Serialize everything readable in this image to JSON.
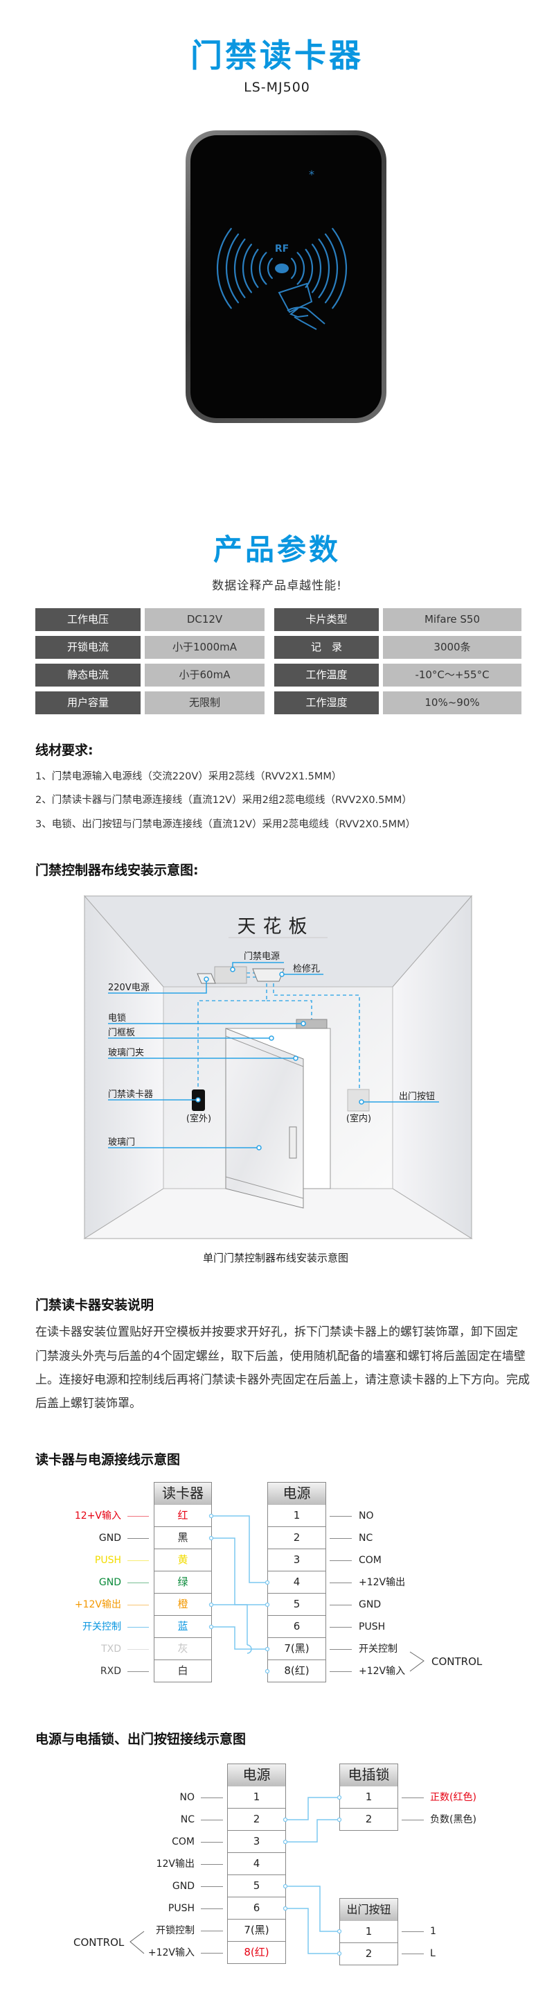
{
  "header": {
    "title": "门禁读卡器",
    "model": "LS-MJ500"
  },
  "device": {
    "rf_label": "RF"
  },
  "params": {
    "title": "产品参数",
    "subtitle": "数据诠释产品卓越性能!",
    "rows": [
      [
        "工作电压",
        "DC12V",
        "卡片类型",
        "Mifare S50"
      ],
      [
        "开锁电流",
        "小于1000mA",
        "记　录",
        "3000条"
      ],
      [
        "静态电流",
        "小于60mA",
        "工作温度",
        "-10°C～+55°C"
      ],
      [
        "用户容量",
        "无限制",
        "工作湿度",
        "10%~90%"
      ]
    ]
  },
  "wire_req": {
    "title": "线材要求:",
    "items": [
      "1、门禁电源输入电源线（交流220V）采用2蕊线（RVV2X1.5MM）",
      "2、门禁读卡器与门禁电源连接线（直流12V）采用2组2蕊电缆线（RVV2X0.5MM）",
      "3、电锁、出门按钮与门禁电源连接线（直流12V）采用2蕊电缆线（RVV2X0.5MM）"
    ]
  },
  "layout_diagram": {
    "title": "门禁控制器布线安装示意图:",
    "ceiling": "天花板",
    "power_supply": "门禁电源",
    "access_hole": "检修孔",
    "mains": "220V电源",
    "lock": "电锁",
    "door_frame": "门框板",
    "glass_clip": "玻璃门夹",
    "reader": "门禁读卡器",
    "outdoor": "(室外)",
    "exit_button": "出门按钮",
    "indoor": "(室内)",
    "glass_door": "玻璃门",
    "caption": "单门门禁控制器布线安装示意图"
  },
  "install": {
    "title": "门禁读卡器安装说明",
    "lines": [
      "在读卡器安装位置贴好开空模板并按要求开好孔，拆下门禁读卡器上的螺钉装饰罩，卸下固定",
      "门禁渡头外壳与后盖的4个固定螺丝，取下后盖，使用随机配备的墙塞和螺钉将后盖固定在墙壁",
      "上。连接好电源和控制线后再将门禁读卡器外壳固定在后盖上，请注意读卡器的上下方向。完成",
      "后盖上螺钉装饰罩。"
    ]
  },
  "wiring1": {
    "title": "读卡器与电源接线示意图",
    "reader_header": "读卡器",
    "reader_rows": [
      {
        "label": "12+V输入",
        "wire": "红",
        "color": "#e60012"
      },
      {
        "label": "GND",
        "wire": "黑",
        "color": "#222222"
      },
      {
        "label": "PUSH",
        "wire": "黄",
        "color": "#f2dc00"
      },
      {
        "label": "GND",
        "wire": "绿",
        "color": "#0a8a3a"
      },
      {
        "label": "+12V输出",
        "wire": "橙",
        "color": "#f39800"
      },
      {
        "label": "开关控制",
        "wire": "蓝",
        "color": "#0a96e0"
      },
      {
        "label": "TXD",
        "wire": "灰",
        "color": "#c4c4c4"
      },
      {
        "label": "RXD",
        "wire": "白",
        "color": "#333333"
      }
    ],
    "power_header": "电源",
    "power_rows": [
      {
        "pin": "1",
        "label": "NO"
      },
      {
        "pin": "2",
        "label": "NC"
      },
      {
        "pin": "3",
        "label": "COM"
      },
      {
        "pin": "4",
        "label": "+12V输出"
      },
      {
        "pin": "5",
        "label": "GND"
      },
      {
        "pin": "6",
        "label": "PUSH"
      },
      {
        "pin": "7(黑)",
        "label": "开关控制"
      },
      {
        "pin": "8(红)",
        "label": "+12V输入"
      }
    ],
    "control": "CONTROL"
  },
  "wiring2": {
    "title": "电源与电插锁、出门按钮接线示意图",
    "power_header": "电源",
    "power_rows": [
      {
        "pin": "1",
        "label": "NO"
      },
      {
        "pin": "2",
        "label": "NC"
      },
      {
        "pin": "3",
        "label": "COM"
      },
      {
        "pin": "4",
        "label": "12V输出"
      },
      {
        "pin": "5",
        "label": "GND"
      },
      {
        "pin": "6",
        "label": "PUSH"
      },
      {
        "pin": "7(黑)",
        "label": "开锁控制"
      },
      {
        "pin": "8(红)",
        "label": "+12V输入",
        "pin_color": "#e60012"
      }
    ],
    "lock_header": "电插锁",
    "lock_rows": [
      {
        "pin": "1",
        "label": "正数(红色)",
        "color": "#e60012"
      },
      {
        "pin": "2",
        "label": "负数(黑色)",
        "color": "#222222"
      }
    ],
    "exit_header": "出门按钮",
    "exit_rows": [
      {
        "pin": "1",
        "label": "1"
      },
      {
        "pin": "2",
        "label": "L"
      }
    ],
    "control": "CONTROL"
  },
  "colors": {
    "accent": "#0a96e0",
    "wire": "#7cc8f0",
    "cell_dark": "#545454",
    "cell_light": "#bdbdbd"
  }
}
